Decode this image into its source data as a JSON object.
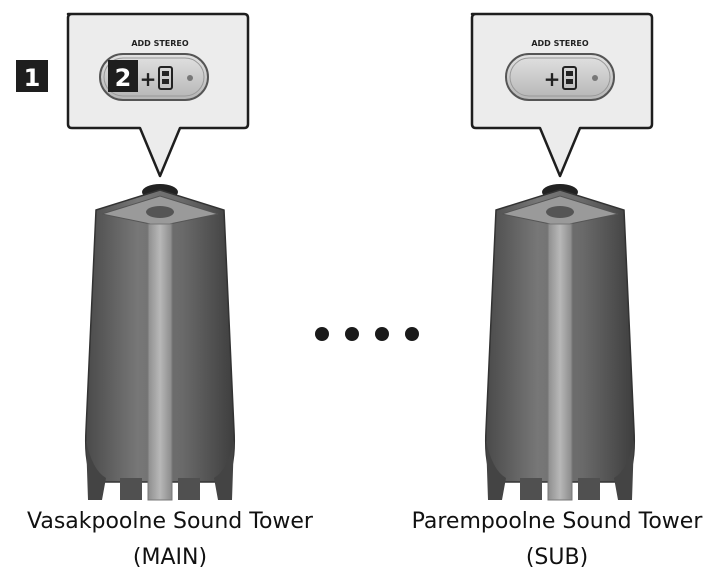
{
  "steps": {
    "step1": "1",
    "step2": "2"
  },
  "button": {
    "label": "ADD STEREO"
  },
  "towers": [
    {
      "name": "Vasakpoolne Sound Tower",
      "role": "(MAIN)"
    },
    {
      "name": "Parempoolne Sound Tower",
      "role": "(SUB)"
    }
  ],
  "icons": {
    "add_link": "add-stereo-icon",
    "led": "led-indicator-icon"
  },
  "colors": {
    "tower_body": "#6c6c6c",
    "tower_dark": "#3c3c3c",
    "callout_bg": "#ececec",
    "badge": "#1e1e1e"
  }
}
